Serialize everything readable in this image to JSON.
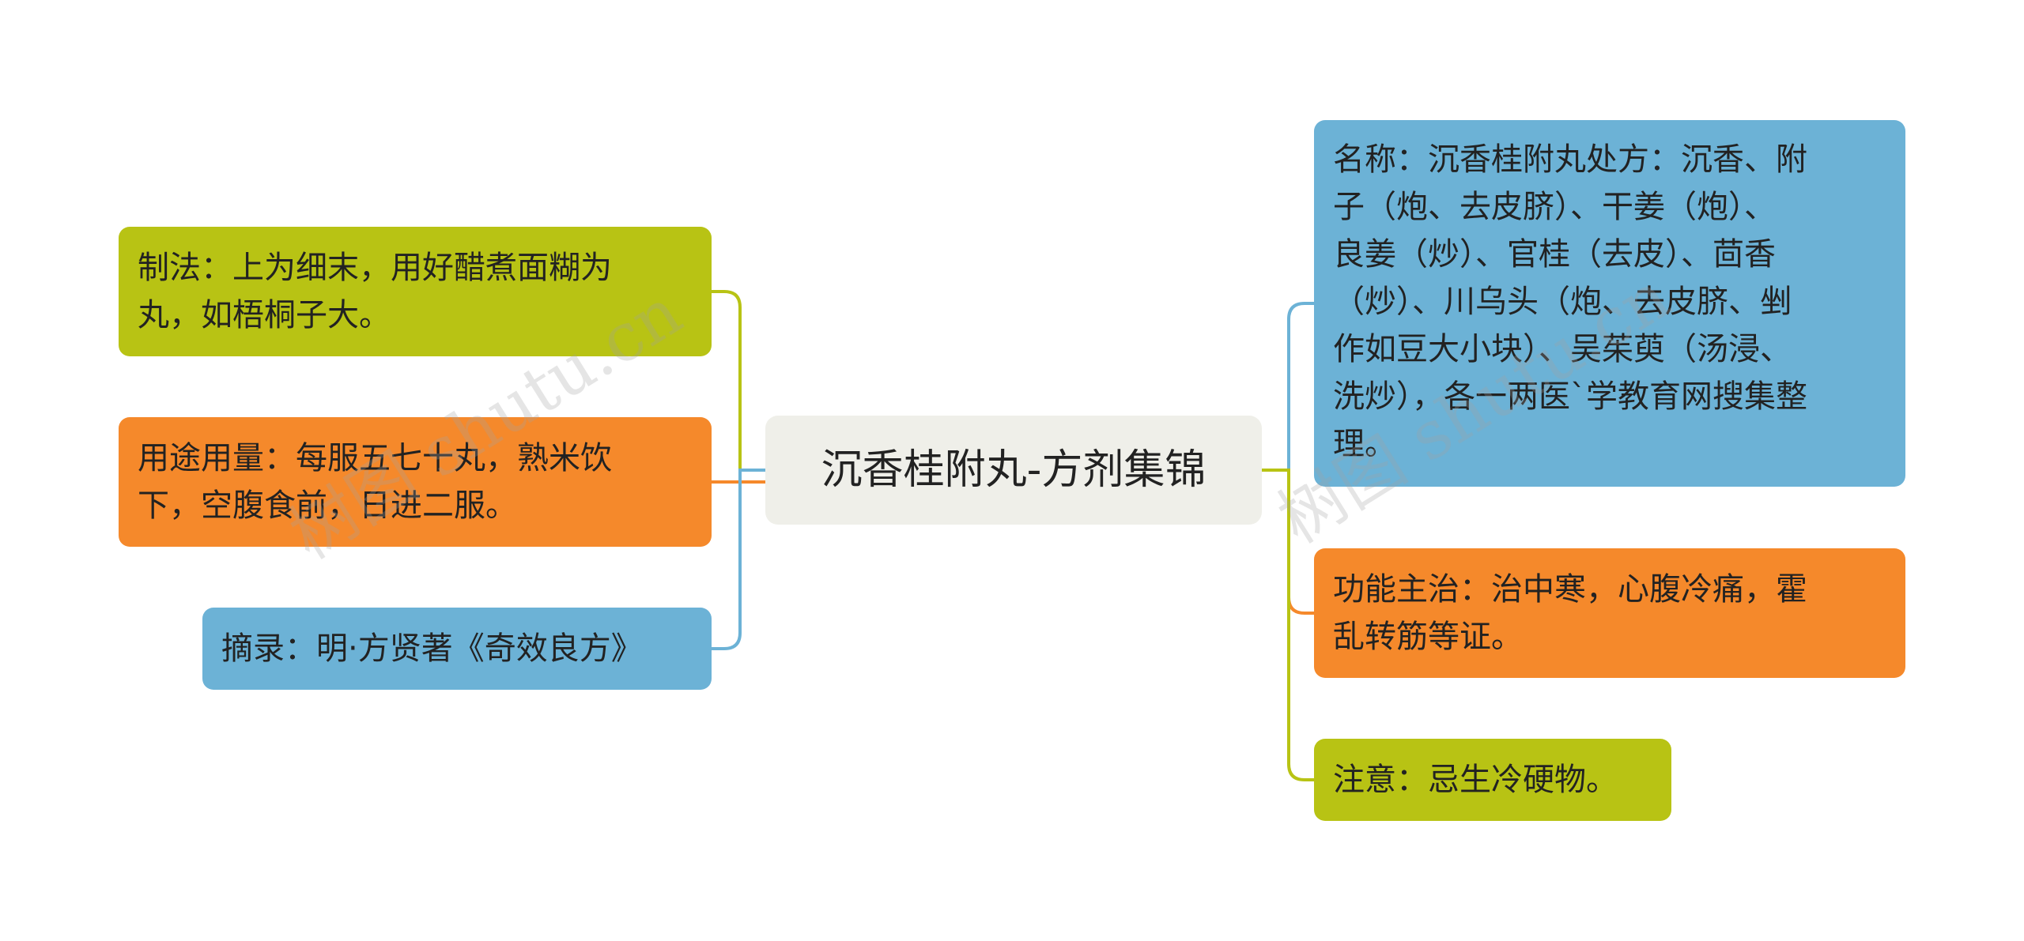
{
  "colors": {
    "olive": "#b8c314",
    "orange": "#f5892b",
    "blue": "#6cb2d6",
    "center_bg": "#efefe9",
    "text": "#222222"
  },
  "center": {
    "label": "沉香桂附丸-方剂集锦"
  },
  "left": [
    {
      "lines": [
        "制法：上为细末，用好醋煮面糊为",
        "丸，如梧桐子大。"
      ],
      "color": "olive"
    },
    {
      "lines": [
        "用途用量：每服五七十丸，熟米饮",
        "下，空腹食前，日进二服。"
      ],
      "color": "orange"
    },
    {
      "lines": [
        "摘录：明·方贤著《奇效良方》"
      ],
      "color": "blue"
    }
  ],
  "right": [
    {
      "lines": [
        "名称：沉香桂附丸处方：沉香、附",
        "子（炮、去皮脐）、干姜（炮）、",
        "良姜（炒）、官桂（去皮）、茴香",
        "（炒）、川乌头（炮、去皮脐、剉",
        "作如豆大小块）、吴茱萸（汤浸、",
        "洗炒），各一两医`学教育网搜集整",
        "理。"
      ],
      "color": "blue"
    },
    {
      "lines": [
        "功能主治：治中寒，心腹冷痛，霍",
        "乱转筋等证。"
      ],
      "color": "orange"
    },
    {
      "lines": [
        "注意：忌生冷硬物。"
      ],
      "color": "olive"
    }
  ],
  "watermark": "树图 shutu.cn"
}
